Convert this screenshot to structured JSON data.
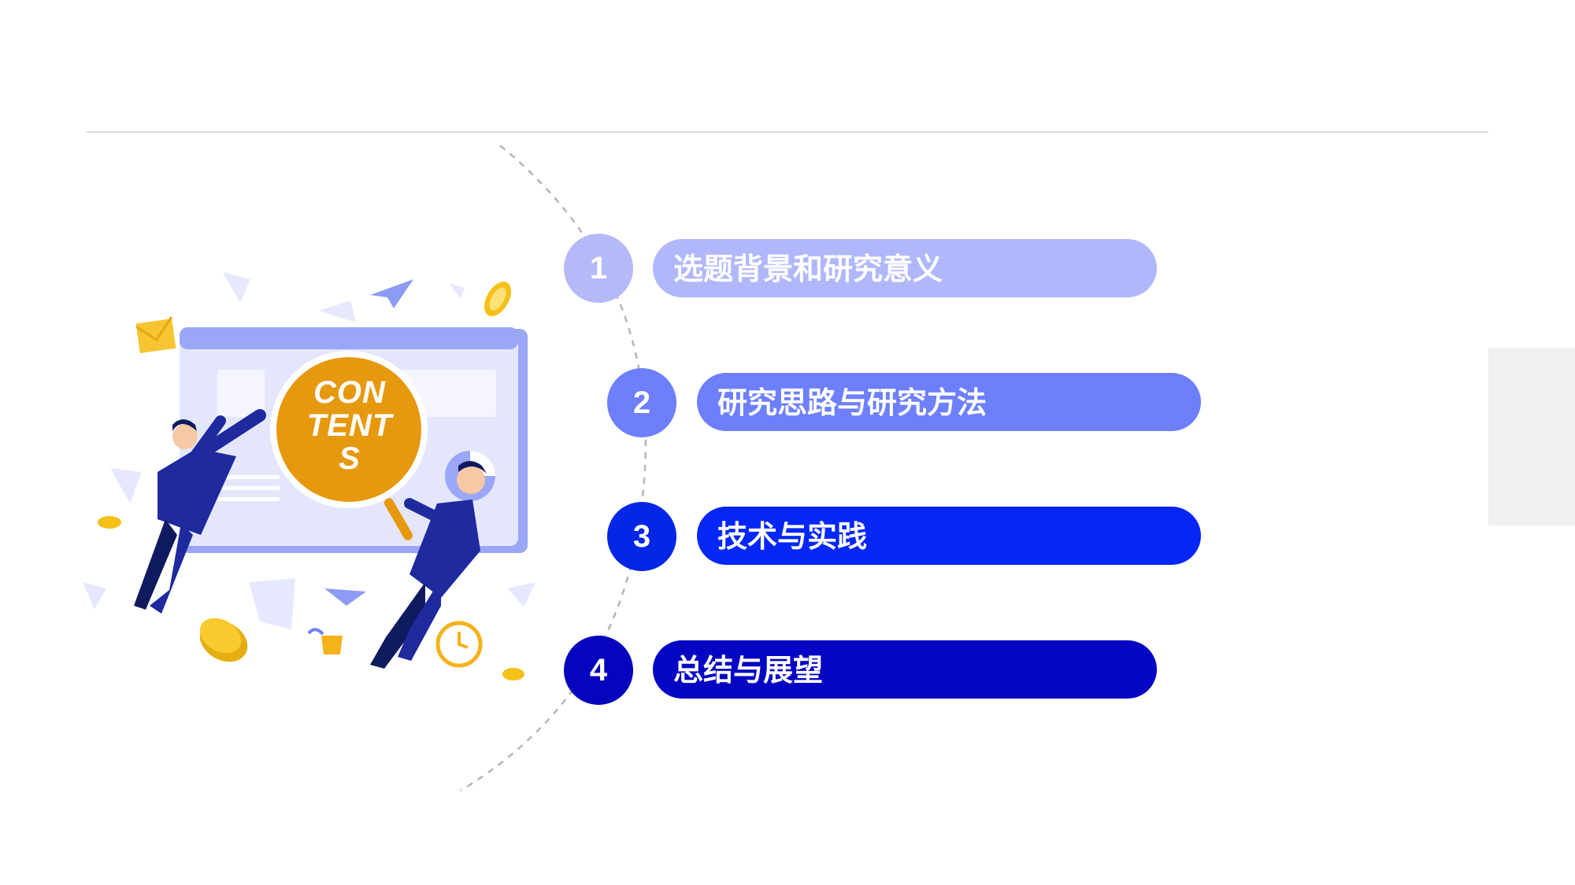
{
  "contents_badge": {
    "line1": "CON",
    "line2": "TENT",
    "line3": "S"
  },
  "menu": {
    "items": [
      {
        "number": "1",
        "label": "选题背景和研究意义",
        "circle_color": "#b4baf8",
        "pill_color": "#b0b8fb"
      },
      {
        "number": "2",
        "label": "研究思路与研究方法",
        "circle_color": "#6d7ffb",
        "pill_color": "#6d7ffb"
      },
      {
        "number": "3",
        "label": "技术与实践",
        "circle_color": "#0427e6",
        "pill_color": "#0427f5"
      },
      {
        "number": "4",
        "label": "总结与展望",
        "circle_color": "#0505bd",
        "pill_color": "#0505c4"
      }
    ]
  },
  "colors": {
    "accent_orange": "#e6980f",
    "figure_navy": "#1e2a9e",
    "panel_lavender": "#e4e7fc"
  }
}
